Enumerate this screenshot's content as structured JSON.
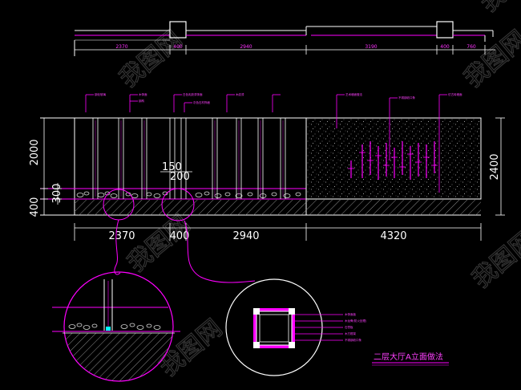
{
  "drawing": {
    "title": "二层大厅A立面做法",
    "colors": {
      "background": "#000000",
      "line_white": "#ffffff",
      "line_magenta": "#ff00ff",
      "line_cyan": "#00ffff",
      "hatch_gray": "#8a8a8a"
    }
  },
  "top_dimensions": [
    "2370",
    "400",
    "2940",
    "3190",
    "400",
    "760"
  ],
  "bottom_dimensions": [
    "2370",
    "400",
    "2940",
    "4320"
  ],
  "left_dimensions": [
    "2000",
    "300",
    "400"
  ],
  "right_dimensions": [
    "2400"
  ],
  "inline_dimensions": [
    "150",
    "200"
  ],
  "callout_labels": {
    "top": [
      "钢化玻璃",
      "木饰面",
      "钢构",
      "白色乳胶漆饰面",
      "灰色石材饰面",
      "木纹漆",
      "艺术墙面做法",
      "不锈钢收口条",
      "仿古砖墙面"
    ],
    "detail": [
      "木饰面板",
      "木龙骨(防火处理)",
      "石膏板",
      "木方框架",
      "不锈钢收口条"
    ]
  },
  "watermark": "我图网"
}
